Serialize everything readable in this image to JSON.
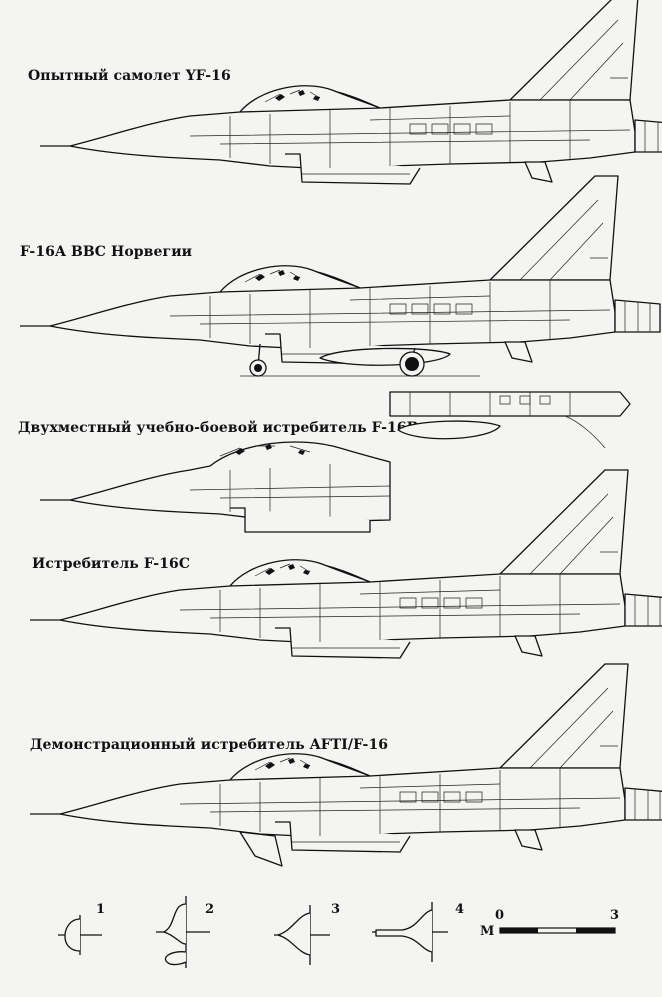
{
  "captions": {
    "yf16": "Опытный самолет YF-16",
    "f16a": "F-16A  ВВС Норвегии",
    "f16b": "Двухместный учебно-боевой истребитель F-16B",
    "f16c": "Истребитель F-16C",
    "afti": "Демонстрационный истребитель AFTI/F-16"
  },
  "sections": {
    "labels": [
      "1",
      "2",
      "3",
      "4"
    ]
  },
  "scale": {
    "unit": "М",
    "start": "0",
    "end": "3"
  }
}
